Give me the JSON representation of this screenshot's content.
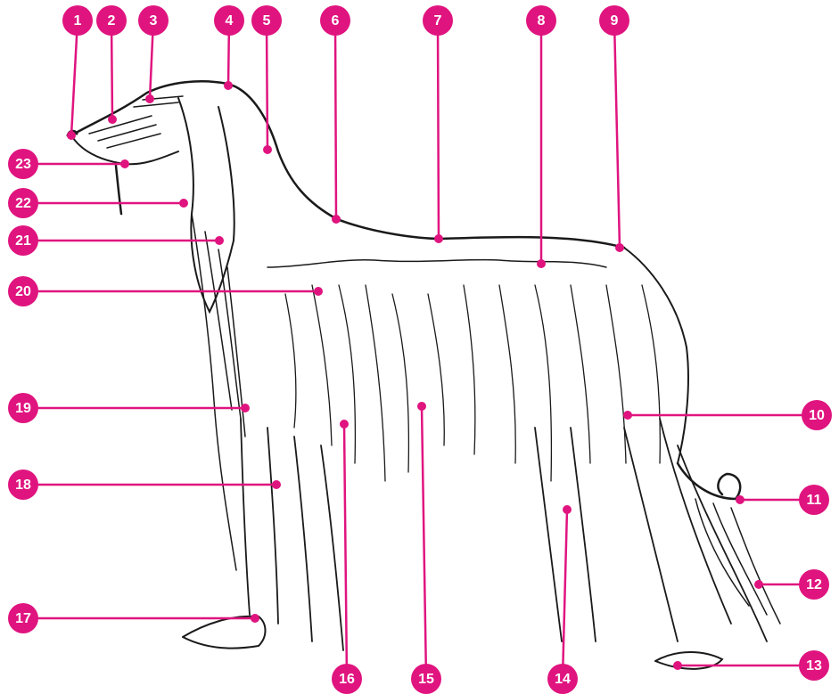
{
  "accent_color": "#e0147f",
  "ink_color": "#1a1a1a",
  "subject": "dog-illustration",
  "markers": [
    {
      "number": "1"
    },
    {
      "number": "2"
    },
    {
      "number": "3"
    },
    {
      "number": "4"
    },
    {
      "number": "5"
    },
    {
      "number": "6"
    },
    {
      "number": "7"
    },
    {
      "number": "8"
    },
    {
      "number": "9"
    },
    {
      "number": "10"
    },
    {
      "number": "11"
    },
    {
      "number": "12"
    },
    {
      "number": "13"
    },
    {
      "number": "14"
    },
    {
      "number": "15"
    },
    {
      "number": "16"
    },
    {
      "number": "17"
    },
    {
      "number": "18"
    },
    {
      "number": "19"
    },
    {
      "number": "20"
    },
    {
      "number": "21"
    },
    {
      "number": "22"
    },
    {
      "number": "23"
    }
  ]
}
